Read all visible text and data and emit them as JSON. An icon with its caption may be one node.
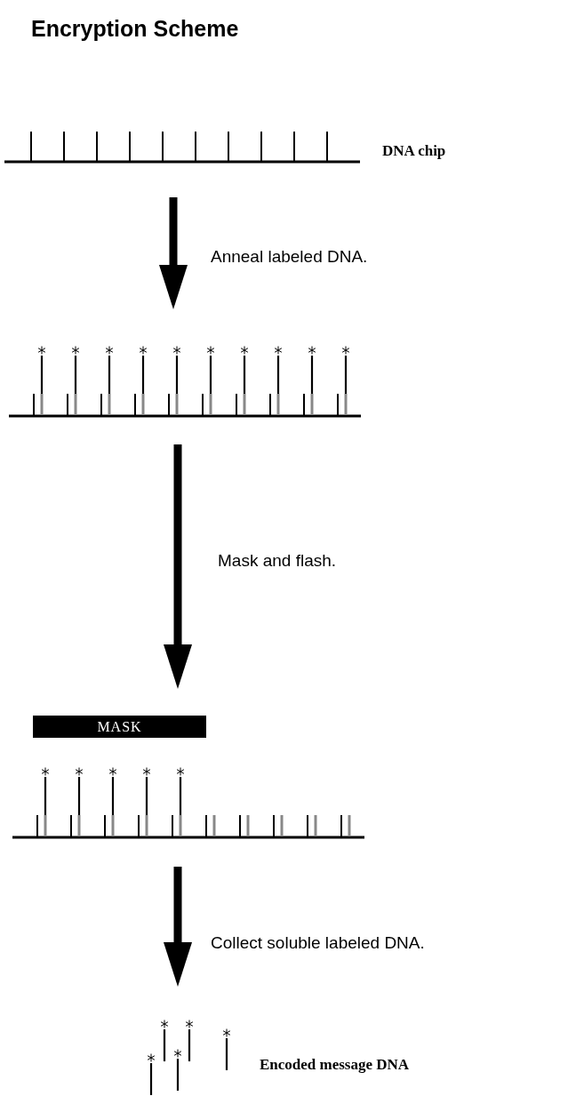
{
  "diagram": {
    "title": "Encryption Scheme",
    "nodes": [
      {
        "text": [],
        "shape": "picture",
        "beside": [
          "DNA chip"
        ]
      },
      {
        "text": [],
        "shape": "picture"
      },
      {
        "text": [],
        "shape": "picture"
      },
      {
        "text": [
          "MASK"
        ],
        "in": 2
      },
      {
        "text": [],
        "shape": "picture",
        "beside": [
          "Encoded message DNA"
        ]
      }
    ],
    "edges": [
      {
        "from": 0,
        "to": 1,
        "arrow": "to",
        "label": "Anneal labeled DNA."
      },
      {
        "from": 1,
        "to": 2,
        "arrow": "to",
        "label": "Mask and flash."
      },
      {
        "from": 2,
        "to": 4,
        "arrow": "to",
        "label": "Collect soluble labeled DNA."
      }
    ]
  }
}
